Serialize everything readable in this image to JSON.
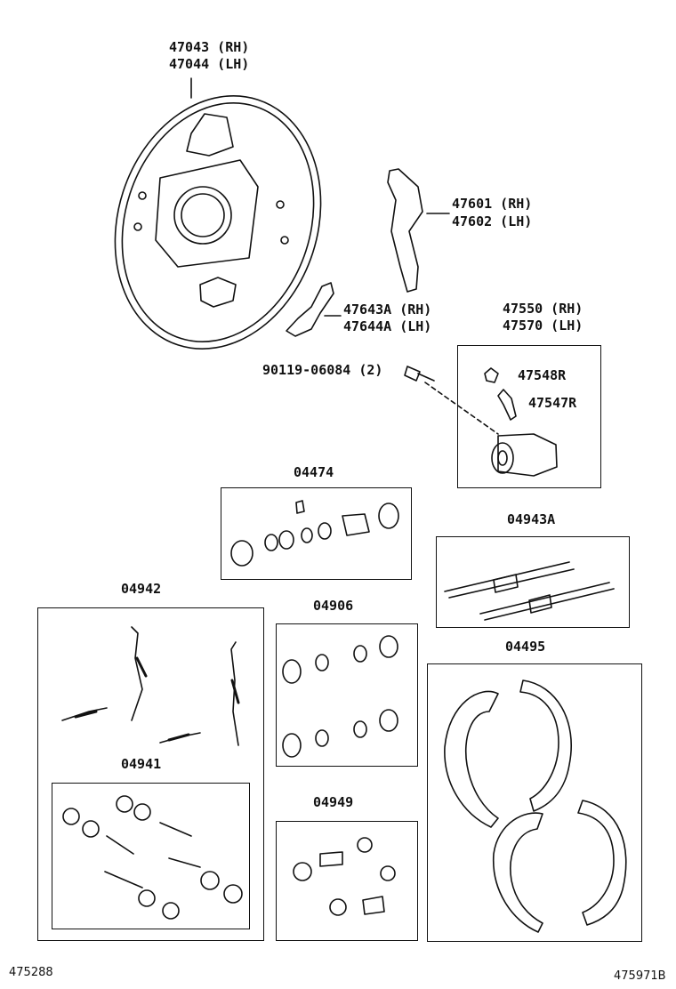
{
  "labels": {
    "backing_plate_rh": "47043 (RH)",
    "backing_plate_lh": "47044 (LH)",
    "lever_rh": "47601 (RH)",
    "lever_lh": "47602 (LH)",
    "adjuster_lever_rh": "47643A (RH)",
    "adjuster_lever_lh": "47644A (LH)",
    "wheel_cyl_rh": "47550 (RH)",
    "wheel_cyl_lh": "47570 (LH)",
    "bolt": "90119-06084 (2)",
    "cap": "47548R",
    "bleeder": "47547R",
    "kit_04474": "04474",
    "kit_04943a": "04943A",
    "kit_04942": "04942",
    "kit_04906": "04906",
    "kit_04495": "04495",
    "kit_04941": "04941",
    "kit_04949": "04949"
  },
  "corners": {
    "bottom_left": "475288",
    "bottom_right": "475971B"
  }
}
